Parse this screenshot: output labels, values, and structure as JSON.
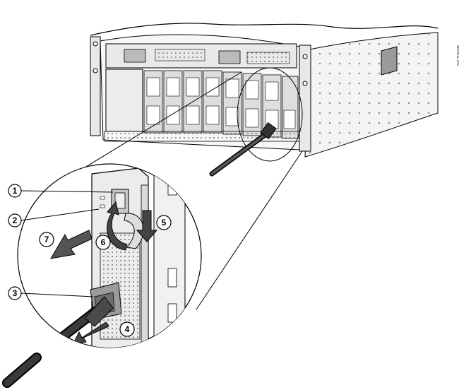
{
  "figure_id": "367208",
  "callouts": [
    {
      "label": "1"
    },
    {
      "label": "2"
    },
    {
      "label": "3"
    },
    {
      "label": "4"
    },
    {
      "label": "5"
    },
    {
      "label": "6"
    },
    {
      "label": "7"
    }
  ],
  "colors": {
    "line": "#000000",
    "chassis_fill": "#f2f2f2",
    "module_fill": "#e6e6e6",
    "cable": "#3a3a3a",
    "background": "#ffffff"
  },
  "icons": [
    "power-switch-icon",
    "power-cord-icon",
    "arrow-down-icon",
    "curved-arrow-icon",
    "arrow-out-icon"
  ]
}
